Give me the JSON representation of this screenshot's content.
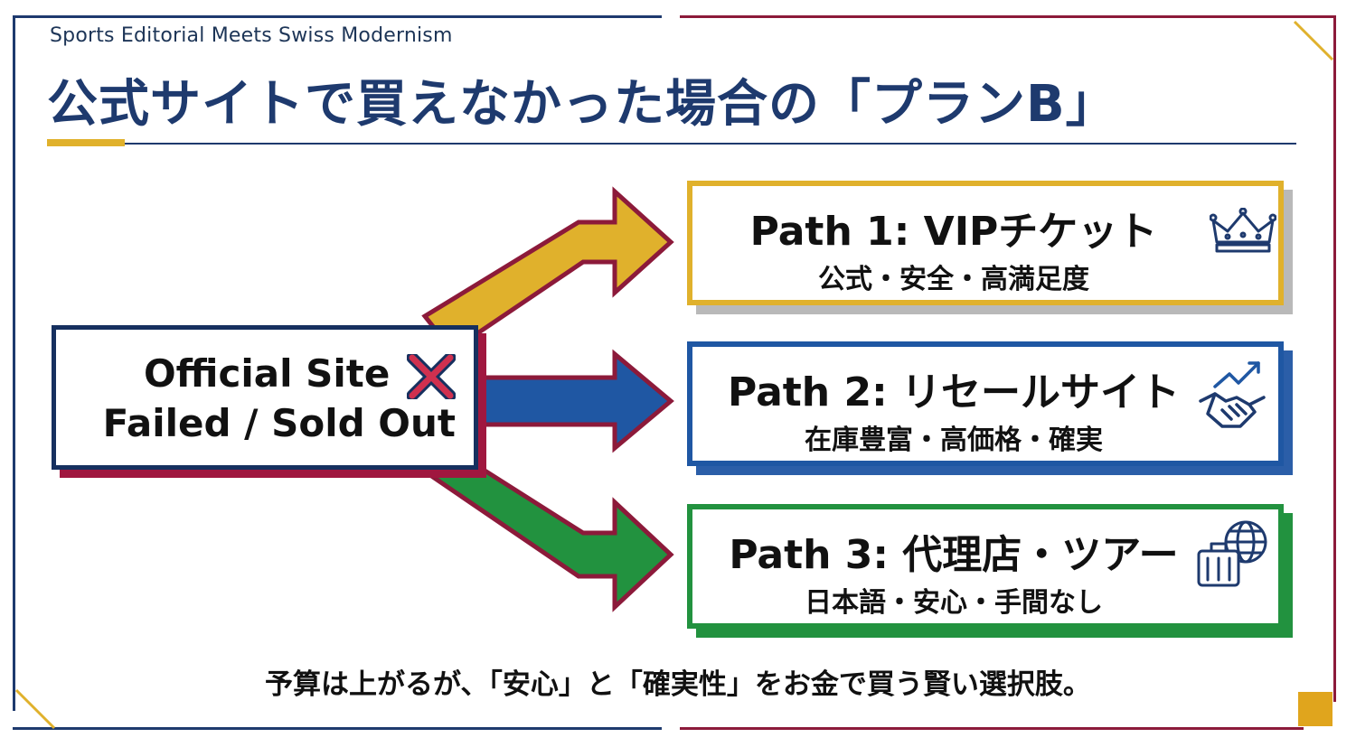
{
  "header": {
    "kicker": "Sports Editorial Meets Swiss Modernism",
    "title": "公式サイトで買えなかった場合の「プランB」"
  },
  "source": {
    "line1": "Official Site",
    "line2": "Failed / Sold Out",
    "status_icon": "x-mark-icon"
  },
  "paths": [
    {
      "title": "Path 1: VIPチケット",
      "subtitle": "公式・安全・高満足度",
      "icon": "crown-icon",
      "color": "#e0b12c"
    },
    {
      "title": "Path 2: リセールサイト",
      "subtitle": "在庫豊富・高価格・確実",
      "icon": "handshake-trend-icon",
      "color": "#1f57a3"
    },
    {
      "title": "Path 3: 代理店・ツアー",
      "subtitle": "日本語・安心・手間なし",
      "icon": "globe-suitcase-icon",
      "color": "#22923f"
    }
  ],
  "footer": {
    "text": "予算は上がるが、「安心」と「確実性」をお金で買う賢い選択肢。"
  },
  "colors": {
    "navy": "#1e3a6e",
    "crimson": "#a0173f",
    "gold": "#e0b12c",
    "blue": "#1f57a3",
    "green": "#22923f"
  }
}
